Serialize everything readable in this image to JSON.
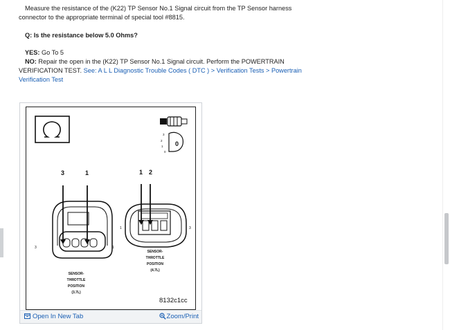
{
  "instructions": {
    "measure_text": "Measure the resistance of the (K22) TP Sensor No.1 Signal circuit from the TP Sensor harness connector to the appropriate terminal of special tool #8815.",
    "question": "Q: Is the resistance below 5.0 Ohms?",
    "yes_label": "YES:",
    "yes_text": "Go To 5",
    "no_label": "NO:",
    "no_text": "Repair the open in the (K22) TP Sensor No.1 Signal circuit. Perform the POWERTRAIN VERIFICATION TEST.",
    "see_link": "See: A L L Diagnostic Trouble Codes ( DTC ) > Verification Tests > Powertrain Verification Test"
  },
  "figure": {
    "code": "8132c1cc",
    "left_connector": {
      "pins_top": [
        "3",
        "1"
      ],
      "side_left": "3",
      "side_right": "1",
      "label": [
        "SENSOR-",
        "THROTTLE",
        "POSITION",
        "(3.7L)"
      ]
    },
    "right_connector": {
      "pins_top": [
        "1",
        "2"
      ],
      "side_left": "1",
      "side_right": "3",
      "label": [
        "SENSOR-",
        "THROTTLE",
        "POSITION",
        "(4.7L)"
      ]
    },
    "dial_marks": [
      "3",
      "2",
      "1",
      "0",
      "0"
    ],
    "open_tab_label": "Open In New Tab",
    "zoom_label": "Zoom/Print"
  },
  "icons": {
    "open_tab": "new-tab-icon",
    "zoom": "zoom-icon",
    "ohm": "ohm-icon"
  },
  "colors": {
    "link": "#1a5fb4",
    "text": "#222222",
    "toolbar_bg": "#f1f3f5"
  }
}
